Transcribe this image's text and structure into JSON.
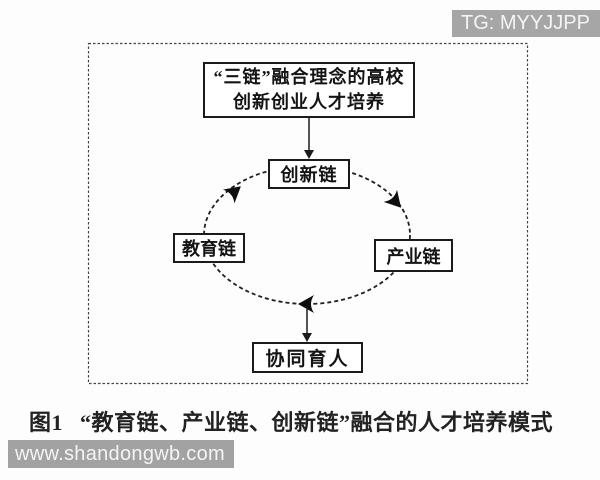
{
  "page": {
    "background": "#fdfdfd"
  },
  "watermarks": {
    "top_right": {
      "text": "TG: MYYJJPP",
      "bg": "#a6a6a6",
      "color": "#f4f4f4"
    },
    "bottom_left": {
      "text": "www.shandongwb.com",
      "bg": "#a2a2a2",
      "color": "#f4f4f4"
    }
  },
  "figure": {
    "header_box": {
      "line1": "“三链”融合理念的高校",
      "line2": "创新创业人才培养"
    },
    "chain_nodes": {
      "innovation": "创新链",
      "education": "教育链",
      "industry": "产业链"
    },
    "result_box": "协同育人",
    "stroke_color": "#1b1b1b",
    "icons": {
      "down_arrow": "▼",
      "cycle_arrowhead": "➤",
      "bottom_cycle_arrowhead": "◀"
    }
  },
  "caption": {
    "label": "图1",
    "text": "“教育链、产业链、创新链”融合的人才培养模式"
  }
}
